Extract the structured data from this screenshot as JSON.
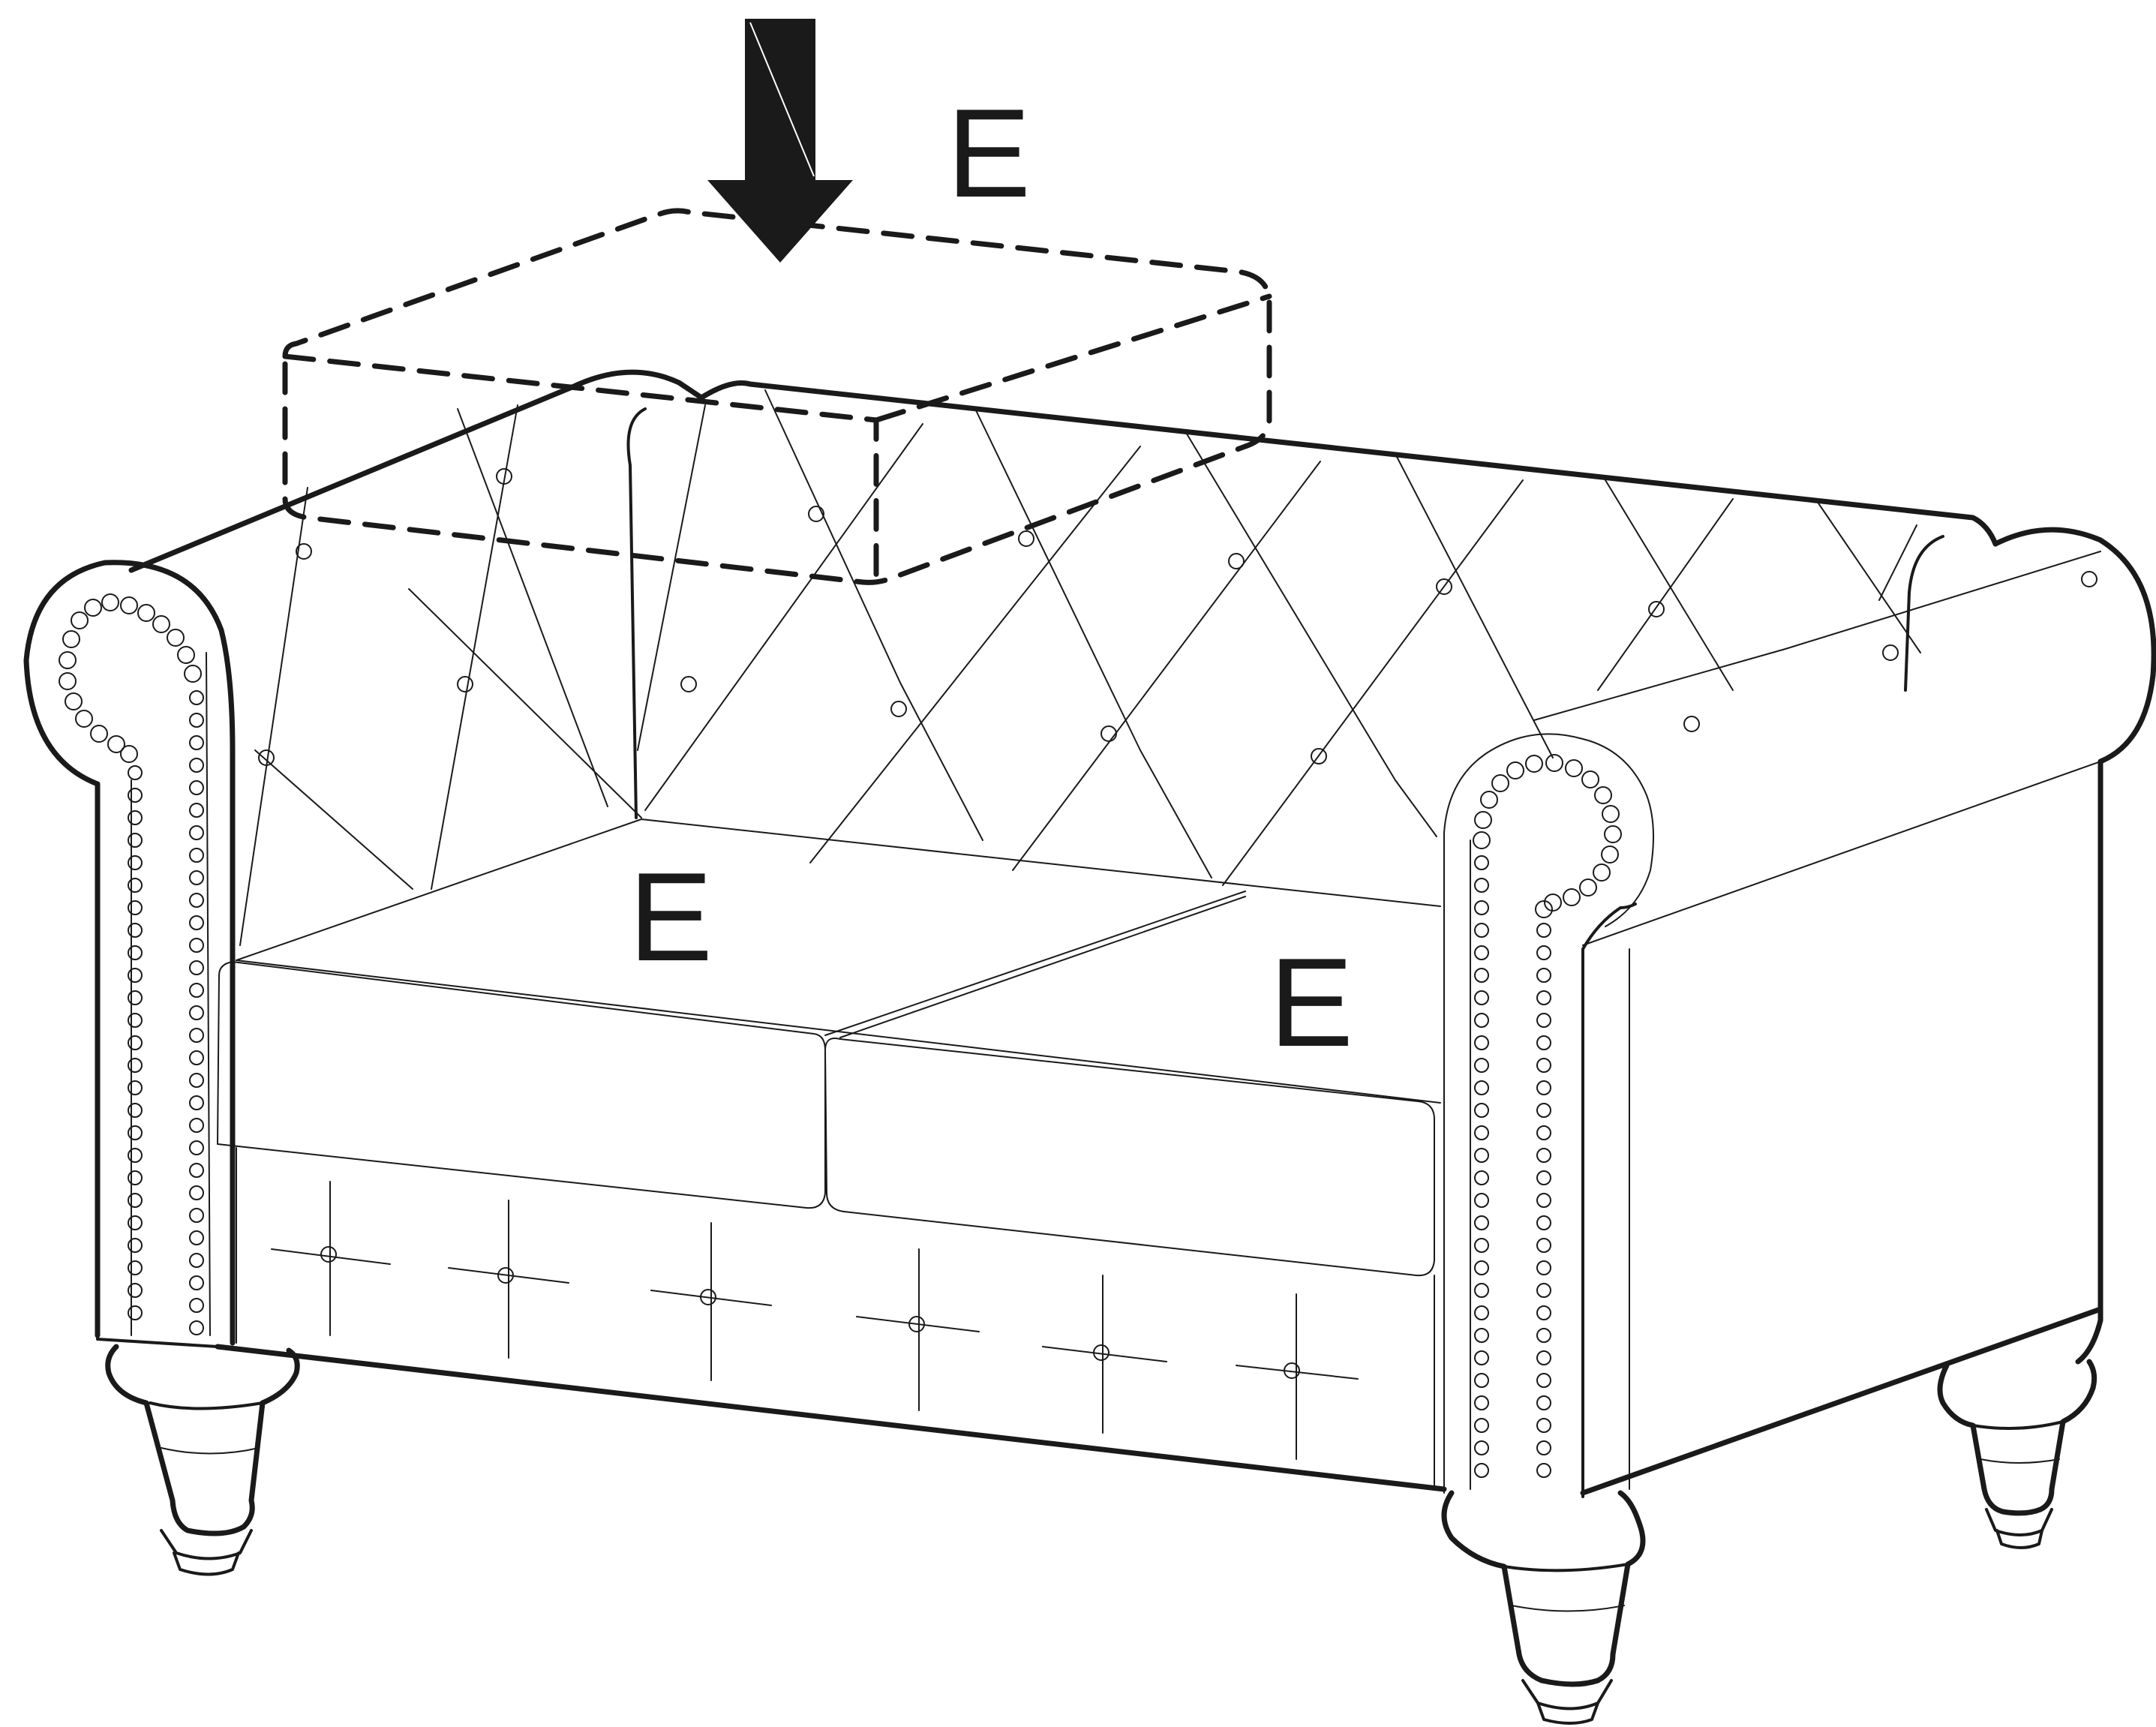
{
  "diagram": {
    "labels": {
      "top_cushion": "E",
      "left_cushion": "E",
      "right_cushion": "E"
    },
    "colors": {
      "ink": "#1a1a1a",
      "background": "#ffffff"
    },
    "icons": {
      "insert_direction": "down-arrow-icon"
    }
  }
}
